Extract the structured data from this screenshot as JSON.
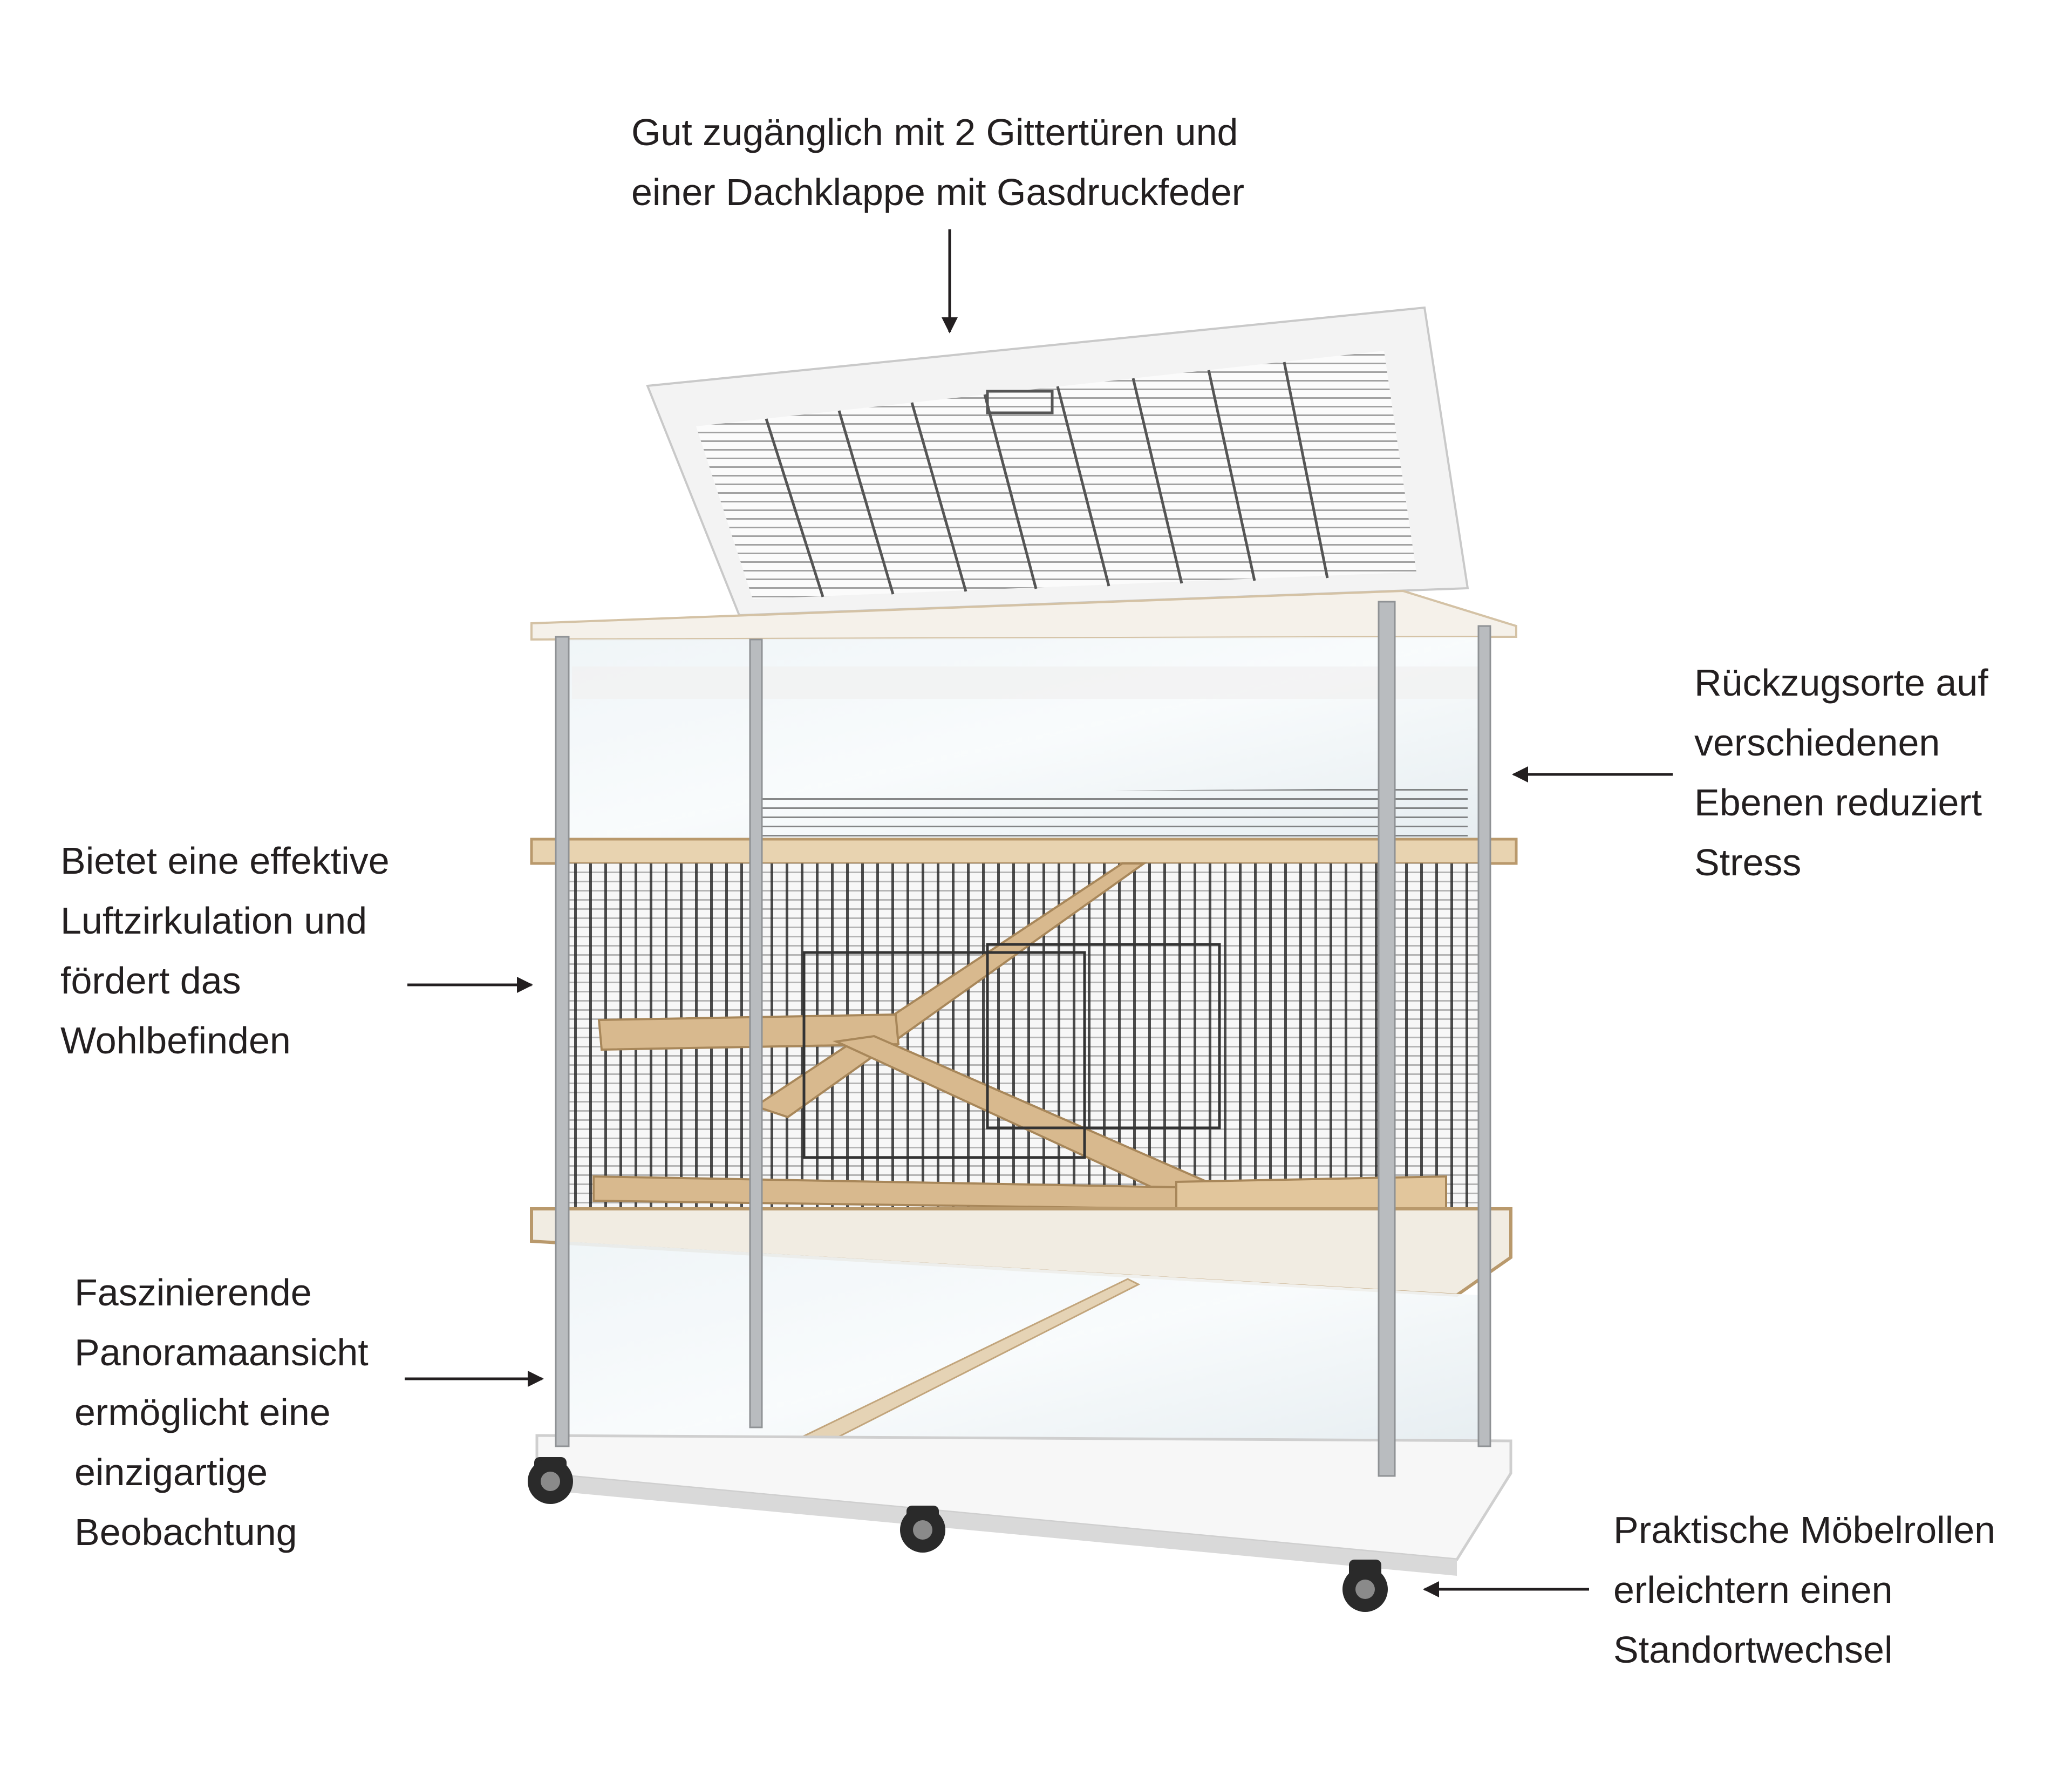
{
  "callouts": {
    "top": [
      "Gut zugänglich mit 2 Gittertüren und",
      "einer Dachklappe mit Gasdruckfeder"
    ],
    "right_upper": [
      "Rückzugsorte auf",
      "verschiedenen",
      "Ebenen reduziert",
      "Stress"
    ],
    "left_middle": [
      "Bietet eine effektive",
      "Luftzirkulation und",
      "fördert das",
      "Wohlbefinden"
    ],
    "left_lower": [
      "Faszinierende",
      "Panoramaansicht",
      "ermöglicht eine",
      "einzigartige",
      "Beobachtung"
    ],
    "right_lower": [
      "Praktische Möbelrollen",
      "erleichtern einen",
      "Standortwechsel"
    ]
  },
  "icons": {
    "arrows": [
      "arrow-down-icon",
      "arrow-left-icon",
      "arrow-right-icon",
      "arrow-right-icon",
      "arrow-left-icon"
    ]
  },
  "colors": {
    "text": "#231f20",
    "frame_white": "#f4f4f4",
    "wood": "#d8b98e",
    "grid": "#2b2b2b",
    "glass": "#e6eef3",
    "aluminium": "#b9bcbf",
    "wheel": "#2a2a2a"
  }
}
